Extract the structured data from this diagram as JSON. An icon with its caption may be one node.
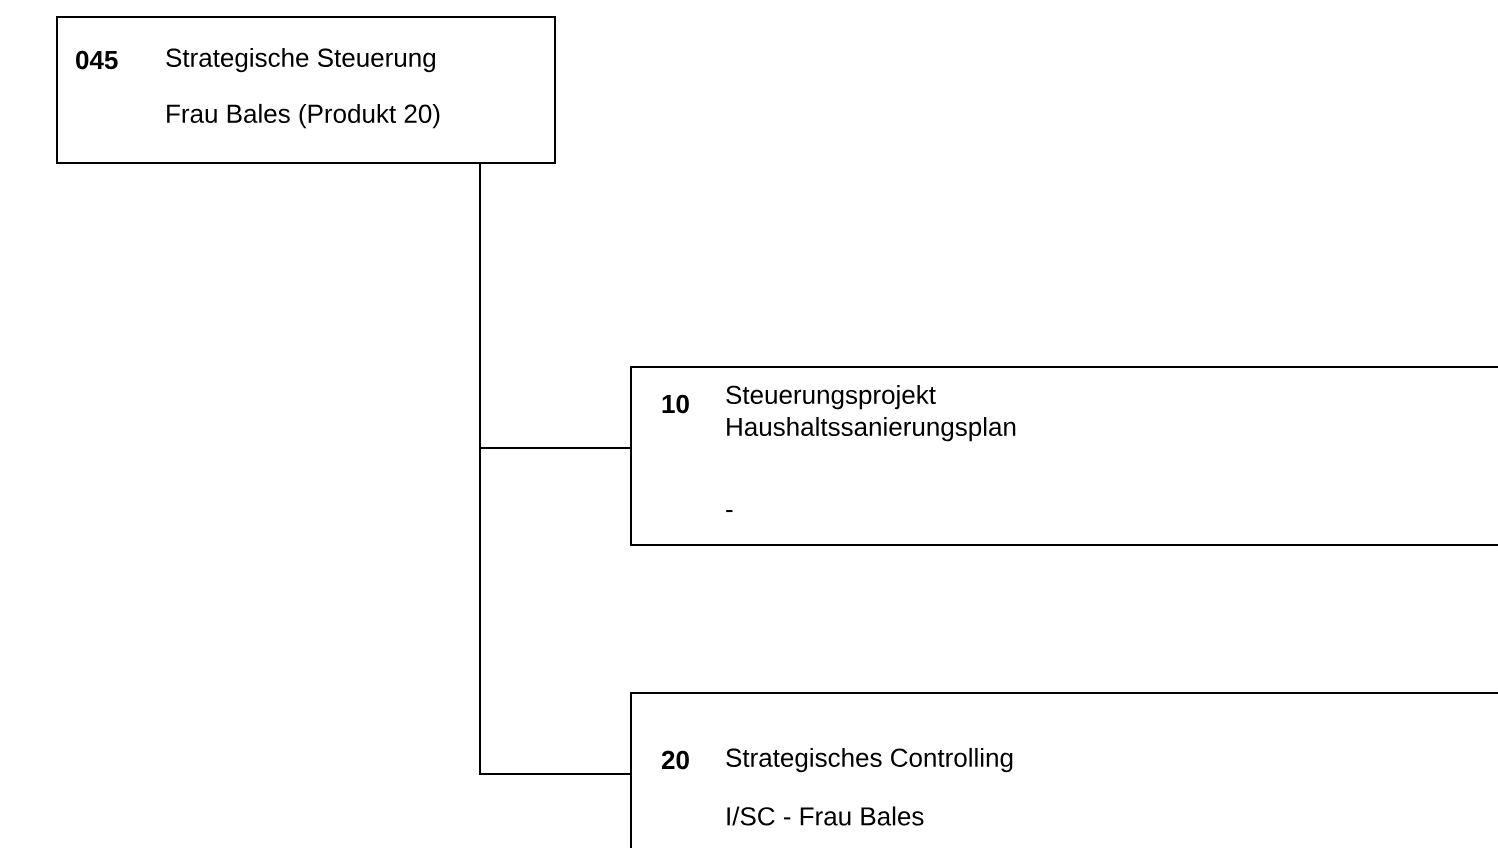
{
  "diagram": {
    "nodes": [
      {
        "text": [
          "045",
          "Strategische Steuerung",
          "Frau Bales (Produkt 20)"
        ]
      },
      {
        "text": [
          "10",
          "Steuerungsprojekt Haushaltssanierungsplan",
          "-"
        ]
      },
      {
        "text": [
          "20",
          "Strategisches Controlling",
          "I/SC - Frau Bales"
        ]
      }
    ],
    "edges": [
      {
        "from": 0,
        "to": 1,
        "arrow": "none"
      },
      {
        "from": 0,
        "to": 2,
        "arrow": "none"
      }
    ]
  }
}
